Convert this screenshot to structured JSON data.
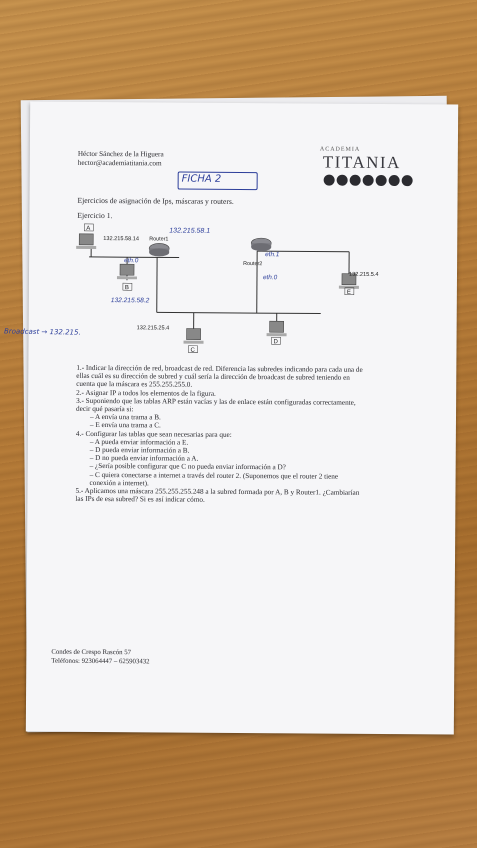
{
  "header": {
    "author": "Héctor Sánchez de la Higuera",
    "email": "hector@academiatitania.com",
    "academy_small": "ACADEMIA",
    "academy_name": "TITANIA",
    "ficha": "FICHA 2"
  },
  "subtitle": "Ejercicios de asignación de Ips, máscaras y routers.",
  "exercise_title": "Ejercicio 1.",
  "diagram": {
    "label_A": "A",
    "label_B": "B",
    "label_C": "C",
    "label_D": "D",
    "label_E": "E",
    "ip_A": "132.215.58.14",
    "ip_router1_hand": "132.215.58.1",
    "router1": "Router1",
    "router2": "Router2",
    "eth0_r1": "eth.0",
    "eth1_r2": "eth.1",
    "eth0_r2": "eth.0",
    "ip_B_hand": "132.215.58.2",
    "ip_E": "132.215.5.4",
    "ip_C": "132.215.25.4",
    "broadcast_hand": "Broadcast → 132.215."
  },
  "questions": [
    "1.- Indicar la dirección de red, broadcast de red. Diferencia las subredes indicando para cada una de",
    "ellas cuál es su dirección de subred y cuál sería la dirección de broadcast de subred teniendo en",
    "cuenta que la máscara es 255.255.255.0.",
    "2.- Asignar IP a todos los elementos de la figura.",
    "3.- Suponiendo que las tablas ARP están vacías y las de enlace están configuradas correctamente,",
    "decir qué pasaría si:",
    "–    A envía una trama a B.",
    "–    E envía una trama a C.",
    "4.- Configurar las tablas que sean necesarias para que:",
    "–    A pueda enviar información a E.",
    "–    D pueda enviar información a B.",
    "–    D no pueda enviar información a A.",
    "–    ¿Sería posible configurar que C no pueda enviar información a D?",
    "–    C quiera conectarse a internet a través del router 2. (Suponemos que el router 2 tiene",
    "       conexión a internet).",
    "5.- Aplicamos una máscara 255.255.255.248 a la subred formada por A, B y Router1. ¿Cambiarían",
    "las IPs de esa subred? Si es así indicar cómo."
  ],
  "footer": {
    "address": "Condes de Crespo Rascón 57",
    "phones": "Teléfonos: 923064447 – 625903432"
  }
}
